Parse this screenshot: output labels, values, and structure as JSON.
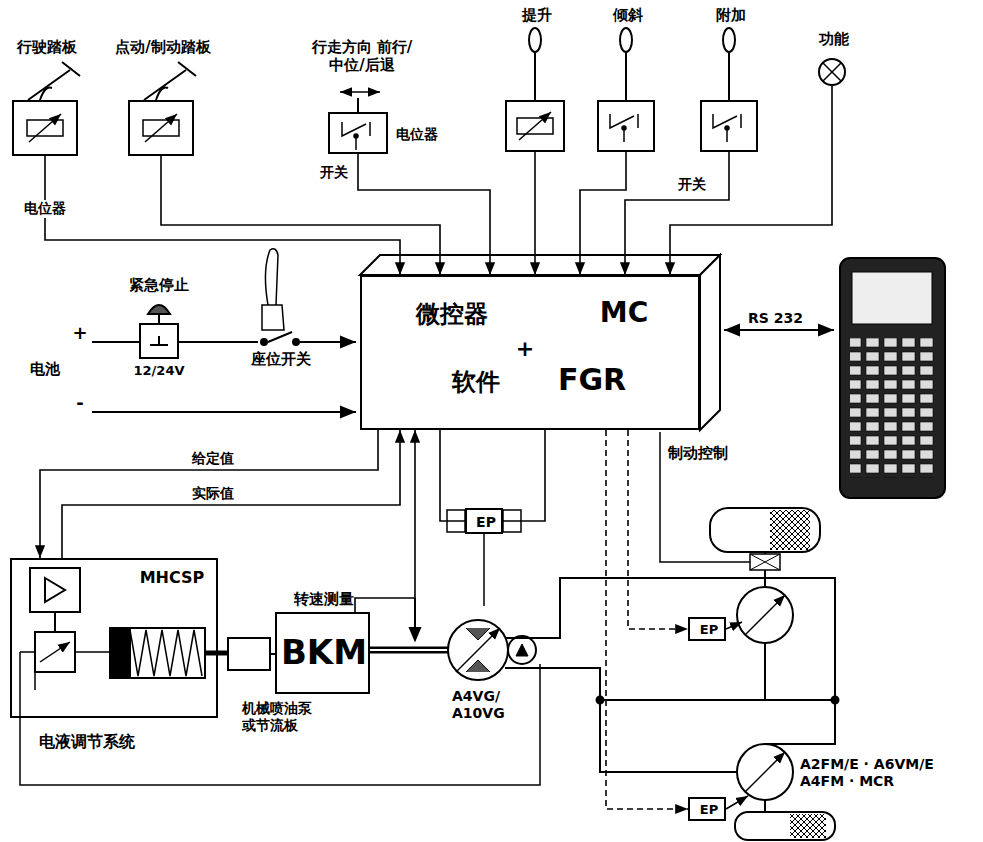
{
  "diagram": {
    "nodes": [
      {
        "text": [
          "行驶踏板"
        ]
      },
      {
        "text": [
          "点动/制动踏板"
        ]
      },
      {
        "text": [
          "行走方向 前行/中位/后退",
          "电位器"
        ]
      },
      {
        "text": [
          "提升"
        ]
      },
      {
        "text": [
          "倾斜"
        ]
      },
      {
        "text": [
          "附加"
        ]
      },
      {
        "text": [
          "功能"
        ]
      },
      {
        "text": [
          "微控器",
          "MC",
          "+",
          "软件",
          "FGR"
        ]
      },
      {
        "text": [
          "MHCSP",
          "电液调节系统"
        ]
      },
      {
        "text": [
          "BKM",
          "转速测量"
        ]
      },
      {
        "text": [
          "EP"
        ]
      },
      {
        "text": [
          "EP"
        ]
      },
      {
        "text": [
          "EP"
        ]
      }
    ],
    "edges": [
      {
        "from": 0,
        "to": 7,
        "arrow": "to",
        "label": "电位器"
      },
      {
        "from": 1,
        "to": 7,
        "arrow": "to"
      },
      {
        "from": 2,
        "to": 7,
        "arrow": "to",
        "label": "开关"
      },
      {
        "from": 3,
        "to": 7,
        "arrow": "to"
      },
      {
        "from": 4,
        "to": 7,
        "arrow": "to"
      },
      {
        "from": 5,
        "to": 7,
        "arrow": "to",
        "label": "开关"
      },
      {
        "from": 6,
        "to": 7,
        "arrow": "to"
      },
      {
        "from": 7,
        "to": 8,
        "arrow": "to",
        "label": "给定值"
      },
      {
        "from": 8,
        "to": 7,
        "arrow": "to",
        "label": "实际值"
      },
      {
        "from": 9,
        "to": 7,
        "arrow": "to"
      },
      {
        "from": 7,
        "to": 10,
        "arrow": "none"
      },
      {
        "from": 7,
        "to": 10,
        "arrow": "none"
      },
      {
        "from": 7,
        "to": 11,
        "arrow": "to"
      },
      {
        "from": 7,
        "to": 12,
        "arrow": "to"
      }
    ],
    "labels": [
      "紧急停止",
      "+",
      "电池",
      "12/24V",
      "座位开关",
      "-",
      "RS 232",
      "制动控制",
      "机械喷油泵 或节流板",
      "A4VG/ A10VG",
      "A2FM/E · A6VM/E A4FM · MCR"
    ]
  }
}
